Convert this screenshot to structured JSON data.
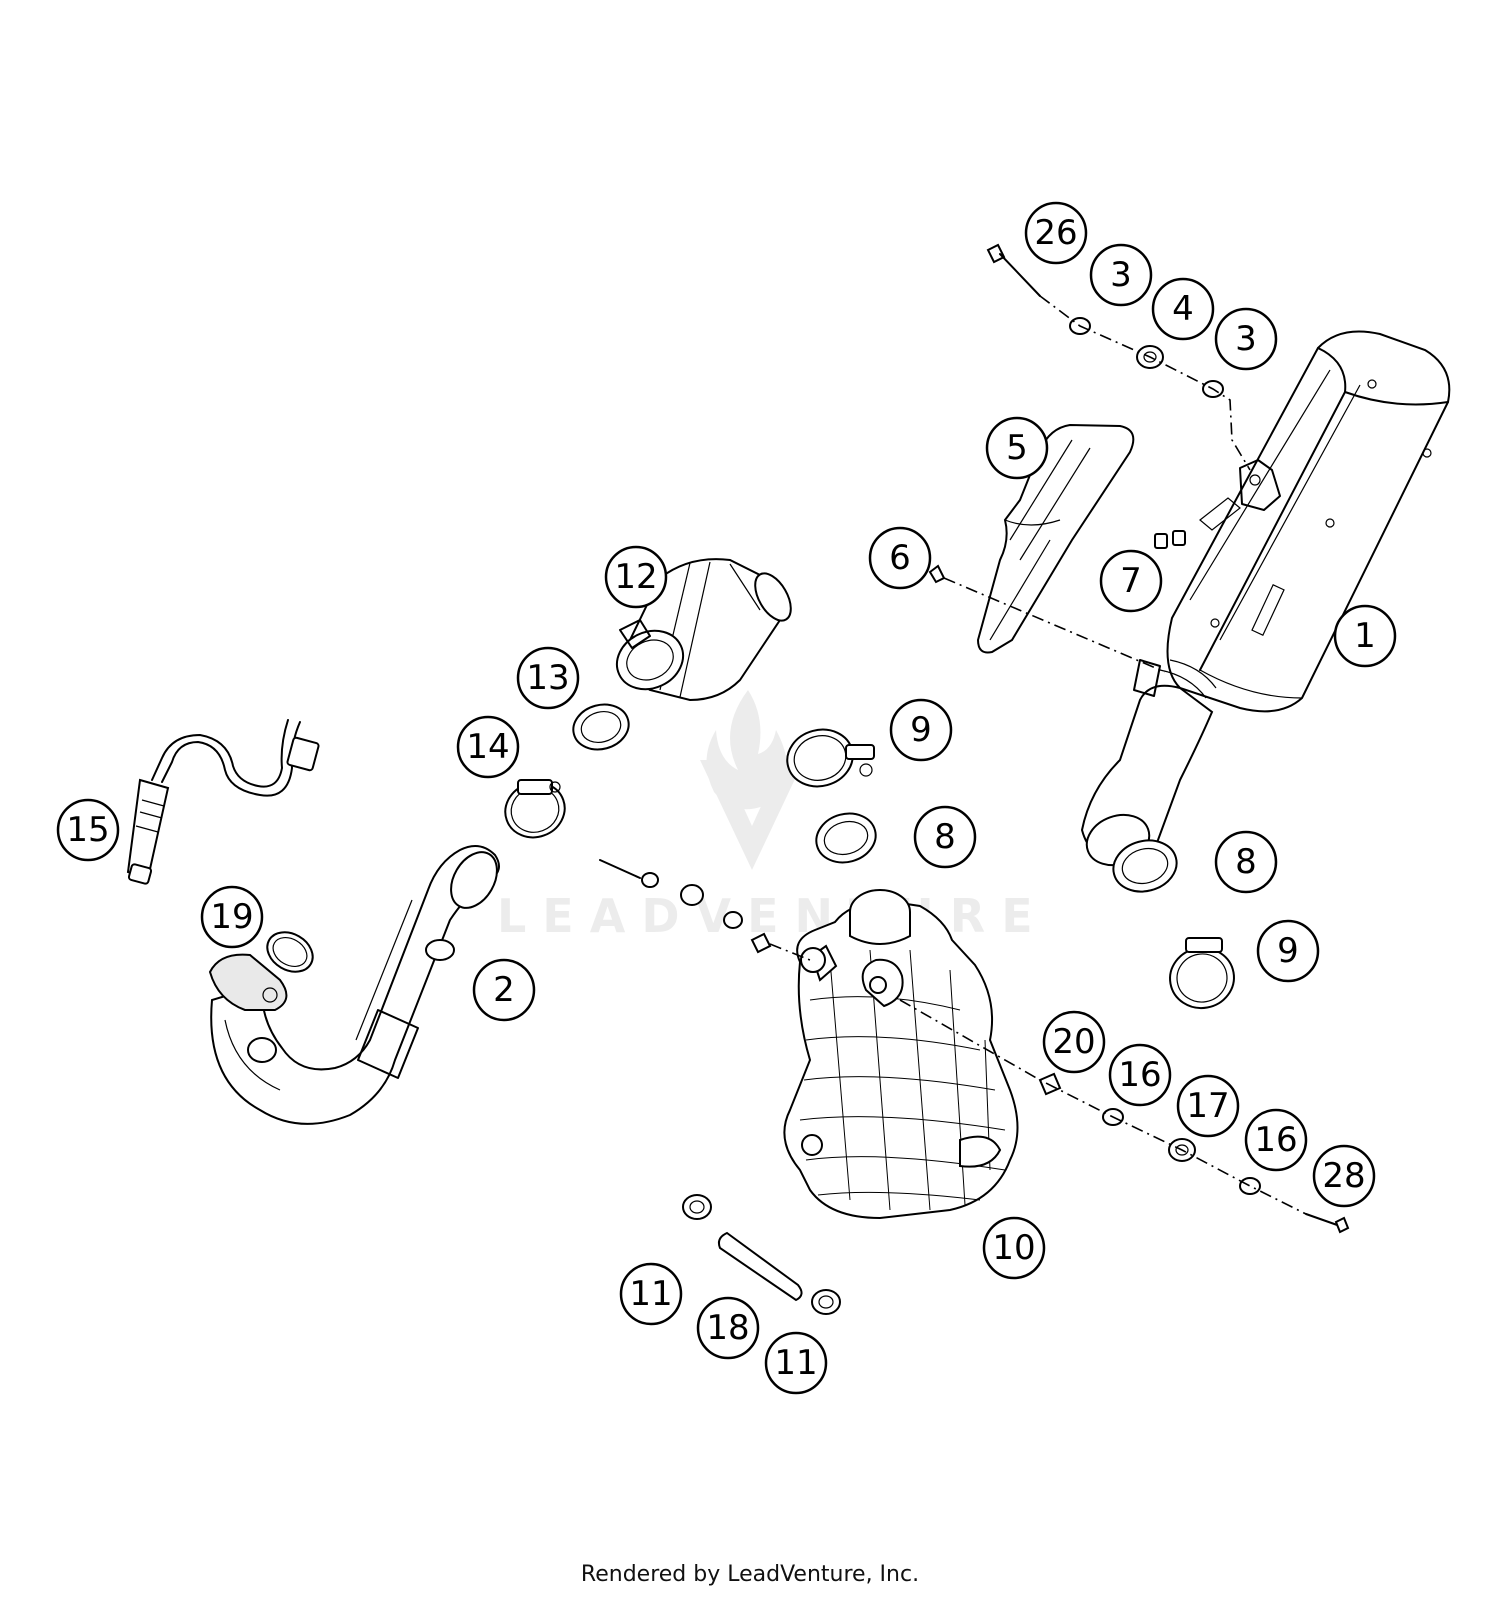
{
  "diagram": {
    "watermark_text": "LEADVENTURE",
    "footer": "Rendered by LeadVenture, Inc.",
    "callouts": [
      {
        "id": "c26",
        "label": "26"
      },
      {
        "id": "c3a",
        "label": "3"
      },
      {
        "id": "c4",
        "label": "4"
      },
      {
        "id": "c3b",
        "label": "3"
      },
      {
        "id": "c5",
        "label": "5"
      },
      {
        "id": "c6",
        "label": "6"
      },
      {
        "id": "c7",
        "label": "7"
      },
      {
        "id": "c1",
        "label": "1"
      },
      {
        "id": "c12",
        "label": "12"
      },
      {
        "id": "c13",
        "label": "13"
      },
      {
        "id": "c14",
        "label": "14"
      },
      {
        "id": "c9a",
        "label": "9"
      },
      {
        "id": "c8a",
        "label": "8"
      },
      {
        "id": "c8b",
        "label": "8"
      },
      {
        "id": "c9b",
        "label": "9"
      },
      {
        "id": "c15",
        "label": "15"
      },
      {
        "id": "c19",
        "label": "19"
      },
      {
        "id": "c2",
        "label": "2"
      },
      {
        "id": "c20",
        "label": "20"
      },
      {
        "id": "c16a",
        "label": "16"
      },
      {
        "id": "c17",
        "label": "17"
      },
      {
        "id": "c16b",
        "label": "16"
      },
      {
        "id": "c28",
        "label": "28"
      },
      {
        "id": "c10",
        "label": "10"
      },
      {
        "id": "c11a",
        "label": "11"
      },
      {
        "id": "c18",
        "label": "18"
      },
      {
        "id": "c11b",
        "label": "11"
      }
    ]
  }
}
